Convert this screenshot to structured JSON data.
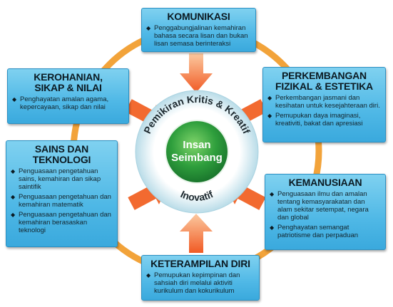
{
  "center": {
    "label_line1": "Insan",
    "label_line2": "Seimbang",
    "arc_top": "Pemikiran Kritis & Kreatif",
    "arc_bottom": "Inovatif"
  },
  "boxes": {
    "komunikasi": {
      "title": "KOMUNIKASI",
      "items": [
        "Penggabungjalinan kemahiran bahasa secara lisan dan bukan lisan semasa berinteraksi"
      ]
    },
    "kerohanian": {
      "title_line1": "KEROHANIAN,",
      "title_line2": "SIKAP & NILAI",
      "items": [
        "Penghayatan amalan agama, kepercayaan, sikap dan nilai"
      ]
    },
    "perkembangan": {
      "title_line1": "PERKEMBANGAN",
      "title_line2": "FIZIKAL & ESTETIKA",
      "items": [
        "Perkembangan jasmani dan kesihatan untuk kesejahteraan diri.",
        "Pemupukan daya imaginasi, kreativiti, bakat dan apresiasi"
      ]
    },
    "sains": {
      "title_line1": "SAINS DAN",
      "title_line2": "TEKNOLOGI",
      "items": [
        "Penguasaan pengetahuan sains, kemahiran dan sikap saintifik",
        "Penguasaan pengetahuan dan kemahiran matematik",
        "Penguasaan pengetahuan dan kemahiran berasaskan teknologi"
      ]
    },
    "kemanusiaan": {
      "title": "KEMANUSIAAN",
      "items": [
        "Penguasaan ilmu dan amalan tentang kemasyarakatan dan alam sekitar setempat, negara dan global",
        "Penghayatan semangat patriotisme dan perpaduan"
      ]
    },
    "keterampilan": {
      "title": "KETERAMPILAN DIRI",
      "items": [
        "Pemupukan kepimpinan dan sahsiah diri melalui aktiviti kurikulum dan kokurikulum"
      ]
    }
  },
  "colors": {
    "ring": "#f2a33a",
    "box": "#4fb8e6",
    "center_green": "#2e9e3c",
    "arrow": "#f15a24",
    "circle_band": "#cfe7ef"
  }
}
